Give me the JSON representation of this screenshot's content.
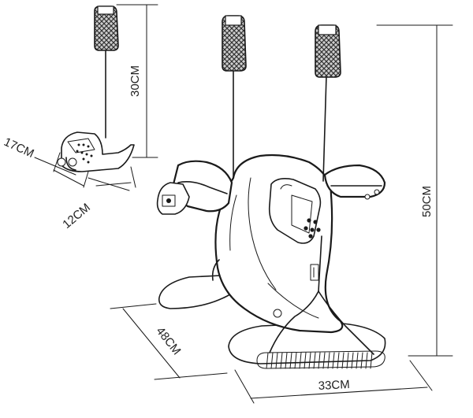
{
  "dimensions": {
    "strap_height": "30CM",
    "pedal_length": "17CM",
    "pedal_width": "12CM",
    "total_height": "50CM",
    "base_depth": "48CM",
    "base_width": "33CM"
  }
}
